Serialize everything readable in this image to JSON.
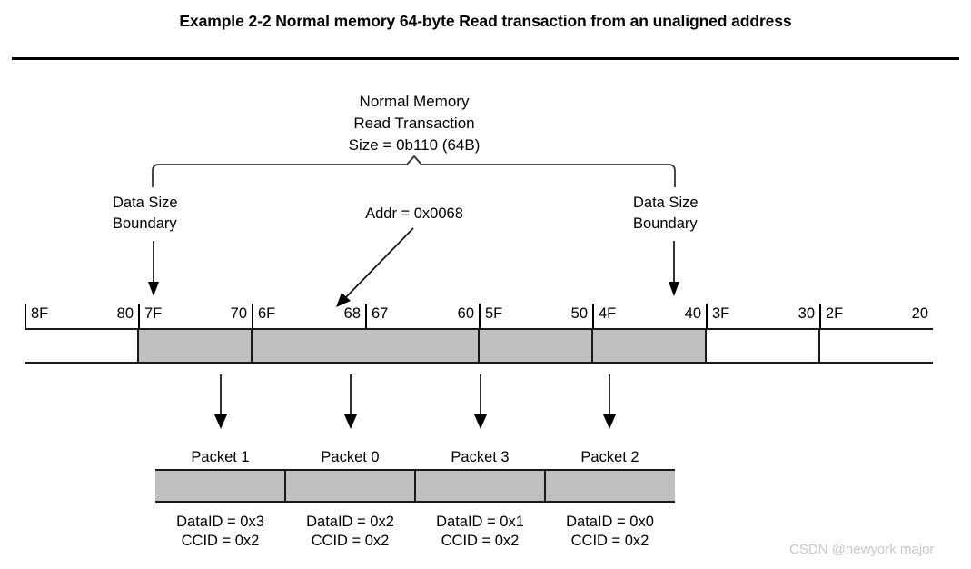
{
  "title": "Example 2-2 Normal memory 64-byte Read transaction from an unaligned address",
  "heading": {
    "line1": "Normal Memory",
    "line2": "Read Transaction",
    "line3": "Size = 0b110 (64B)"
  },
  "annotations": {
    "boundary_left_line1": "Data Size",
    "boundary_left_line2": "Boundary",
    "boundary_right_line1": "Data Size",
    "boundary_right_line2": "Boundary",
    "addr_label": "Addr = 0x0068"
  },
  "memory_map": {
    "cells": [
      {
        "hi": "8F",
        "lo": "80",
        "shaded": false
      },
      {
        "hi": "7F",
        "lo": "70",
        "shaded": true
      },
      {
        "hi": "6F",
        "lo": "68",
        "shaded": true
      },
      {
        "hi": "67",
        "lo": "60",
        "shaded": true
      },
      {
        "hi": "5F",
        "lo": "50",
        "shaded": true
      },
      {
        "hi": "4F",
        "lo": "40",
        "shaded": true
      },
      {
        "hi": "3F",
        "lo": "30",
        "shaded": false
      },
      {
        "hi": "2F",
        "lo": "20",
        "shaded": false
      }
    ]
  },
  "packets": [
    {
      "label": "Packet 1",
      "data_id": "DataID = 0x3",
      "ccid": "CCID = 0x2"
    },
    {
      "label": "Packet 0",
      "data_id": "DataID = 0x2",
      "ccid": "CCID = 0x2"
    },
    {
      "label": "Packet 3",
      "data_id": "DataID = 0x1",
      "ccid": "CCID = 0x2"
    },
    {
      "label": "Packet 2",
      "data_id": "DataID = 0x0",
      "ccid": "CCID = 0x2"
    }
  ],
  "watermark": "CSDN @newyork major",
  "colors": {
    "shade": "#c0c0c0",
    "line": "#1a1a1a",
    "watermark": "#c8c8c8"
  }
}
